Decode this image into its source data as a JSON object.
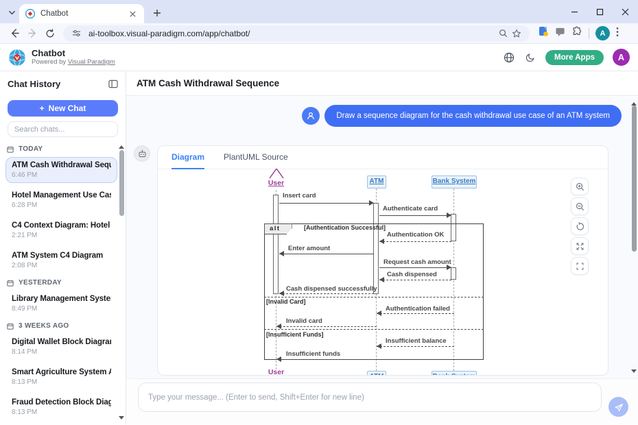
{
  "browser": {
    "tab_title": "Chatbot",
    "url": "ai-toolbox.visual-paradigm.com/app/chatbot/",
    "profile_letter": "A"
  },
  "header": {
    "app_name": "Chatbot",
    "powered_by": "Powered by ",
    "powered_by_link": "Visual Paradigm",
    "more_apps_label": "More Apps",
    "avatar_letter": "A"
  },
  "sidebar": {
    "title": "Chat History",
    "new_chat_label": "New Chat",
    "new_chat_plus": "+",
    "search_placeholder": "Search chats...",
    "sections": [
      {
        "label": "TODAY",
        "items": [
          {
            "title": "ATM Cash Withdrawal Seque...",
            "time": "6:46 PM"
          },
          {
            "title": "Hotel Management Use Case",
            "time": "6:28 PM"
          },
          {
            "title": "C4 Context Diagram: Hotel ...",
            "time": "2:21 PM"
          },
          {
            "title": "ATM System C4 Diagram",
            "time": "2:08 PM"
          }
        ]
      },
      {
        "label": "YESTERDAY",
        "items": [
          {
            "title": "Library Management System...",
            "time": "8:49 PM"
          }
        ]
      },
      {
        "label": "3 WEEKS AGO",
        "items": [
          {
            "title": "Digital Wallet Block Diagram",
            "time": "8:14 PM"
          },
          {
            "title": "Smart Agriculture System Ar...",
            "time": "8:13 PM"
          },
          {
            "title": "Fraud Detection Block Diagr...",
            "time": "8:13 PM"
          }
        ]
      }
    ]
  },
  "main": {
    "page_title": "ATM Cash Withdrawal Sequence",
    "user_message": "Draw a sequence diagram for the cash withdrawal use case of an ATM system",
    "tabs": {
      "diagram": "Diagram",
      "source": "PlantUML Source"
    },
    "input_placeholder": "Type your message... (Enter to send, Shift+Enter for new line)"
  },
  "diagram": {
    "actors": {
      "user": "User",
      "atm": "ATM",
      "bank": "Bank System"
    },
    "alt_label": "alt",
    "guards": {
      "success": "[Authentication Successful]",
      "invalid": "[Invalid Card]",
      "insufficient": "[Insufficient Funds]"
    },
    "messages": {
      "insert_card": "Insert card",
      "authenticate_card": "Authenticate card",
      "auth_ok": "Authentication OK",
      "enter_amount": "Enter amount",
      "request_cash": "Request cash amount",
      "cash_dispensed": "Cash dispensed",
      "cash_success": "Cash dispensed successfully",
      "auth_failed": "Authentication failed",
      "invalid_card": "Invalid card",
      "insufficient_balance": "Insufficient balance",
      "insufficient_funds": "Insufficient funds"
    }
  },
  "colors": {
    "accent_blue": "#3f6ef4",
    "brand_green": "#33ad85",
    "avatar_purple": "#9c2bb1",
    "tab_active_blue": "#3b82f6",
    "actor_purple": "#9e3f9a",
    "participant_blue": "#3b7cc4"
  }
}
